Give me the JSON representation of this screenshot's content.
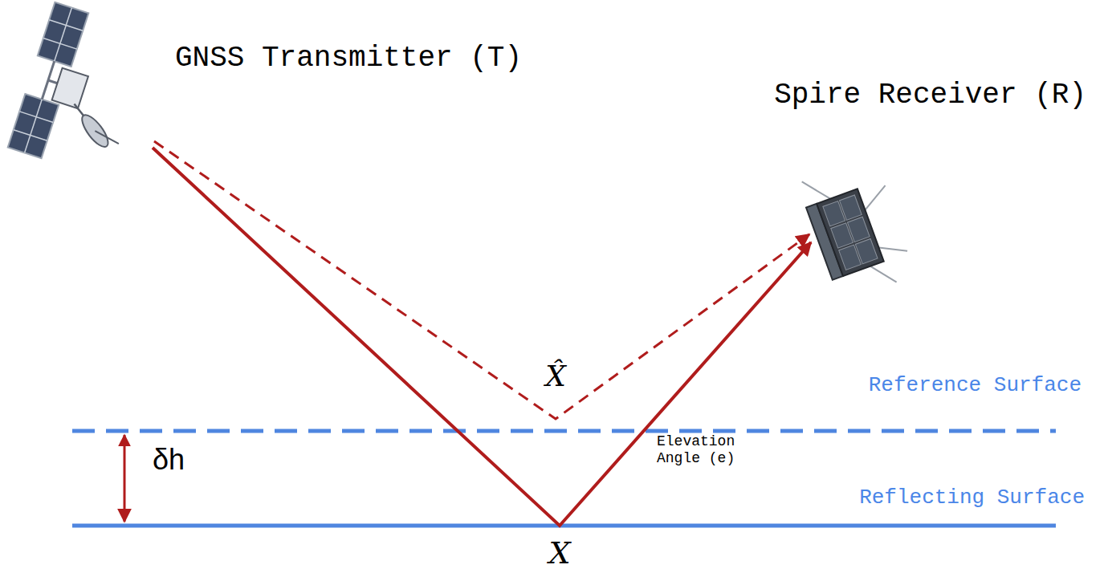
{
  "diagram": {
    "labels": [
      "GNSS Transmitter (T)",
      "Spire Receiver (R)",
      "X̂",
      "Reference Surface",
      "δh",
      "Elevation Angle (e)",
      "Reflecting Surface",
      "X"
    ]
  }
}
